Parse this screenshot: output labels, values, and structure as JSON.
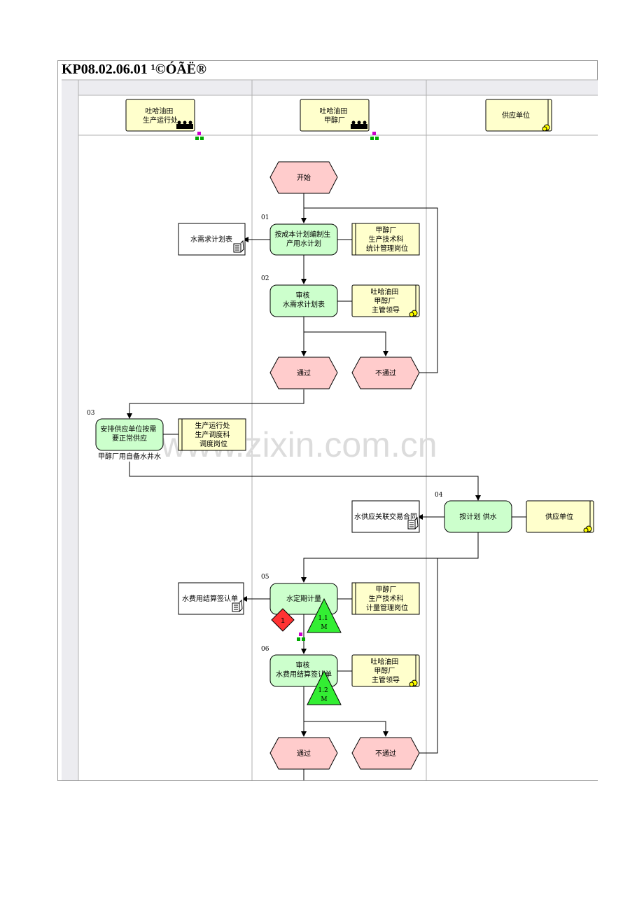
{
  "title": "KP08.02.06.01 ¹©ÓÃË®",
  "lanes": [
    {
      "label": [
        "吐哈油田",
        "生产运行处"
      ]
    },
    {
      "label": [
        "吐哈油田",
        "甲醇厂"
      ]
    },
    {
      "label": [
        "供应单位"
      ]
    }
  ],
  "steps": [
    {
      "num": "01",
      "label": [
        "按成本计划编制生",
        "产用水计划"
      ]
    },
    {
      "num": "02",
      "label": [
        "审核",
        "水需求计划表"
      ]
    },
    {
      "num": "03",
      "label": [
        "安排供应单位按需",
        "要正常供应"
      ],
      "note": "甲醇厂用自备水井水"
    },
    {
      "num": "04",
      "label": [
        "按计划 供水"
      ]
    },
    {
      "num": "05",
      "label": [
        "水定期计量"
      ]
    },
    {
      "num": "06",
      "label": [
        "审核",
        "水费用结算签认单"
      ]
    }
  ],
  "events": {
    "start": "开始",
    "pass_1": "通过",
    "fail_1": "不通过",
    "pass_2": "通过",
    "fail_2": "不通过"
  },
  "roles": {
    "r1": [
      "甲醇厂",
      "生产技术科",
      "统计管理岗位"
    ],
    "r2": [
      "吐哈油田",
      "甲醇厂",
      "主管领导"
    ],
    "r3": [
      "生产运行处",
      "生产调度科",
      "调度岗位"
    ],
    "r4": [
      "供应单位"
    ],
    "r5": [
      "甲醇厂",
      "生产技术科",
      "计量管理岗位"
    ],
    "r6": [
      "吐哈油田",
      "甲醇厂",
      "主管领导"
    ]
  },
  "documents": {
    "d1": "水需求计划表",
    "d2": "水供应关联交易合同",
    "d3": "水费用结算签认单"
  },
  "markers": {
    "risk": "1",
    "ctrl_1": [
      "1.1",
      "M"
    ],
    "ctrl_2": [
      "1.2",
      "M"
    ]
  },
  "watermark": "www.zixin.com.cn",
  "colors": {
    "activity": "#ccffcc",
    "event": "#ffcccc",
    "role": "#ffffcc",
    "risk": "#ff3333",
    "control": "#33ee33",
    "lane_bg": "#ececf0"
  }
}
